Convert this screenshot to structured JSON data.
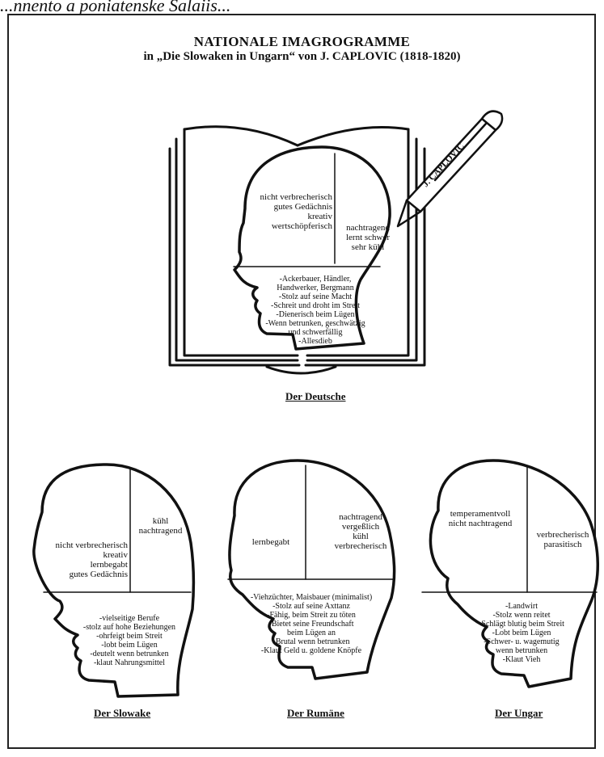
{
  "caption": "...nnento a poniatenske Salaiis...",
  "title_line1": "NATIONALE IMAGROGRAMME",
  "title_line2": "in „Die Slowaken in Ungarn“ von J. CAPLOVIC (1818-1820)",
  "pen_label": "J. CAPLOVIC",
  "heads": {
    "deutsche": {
      "label": "Der Deutsche",
      "upper_left": [
        "nicht verbrecherisch",
        "gutes Gedächnis",
        "kreativ",
        "wertschöpferisch"
      ],
      "upper_right": [
        "nachtragend",
        "lernt schwer",
        "sehr kühl"
      ],
      "lower": [
        "-Ackerbauer, Händler,",
        "Handwerker, Bergmann",
        "-Stolz auf seine Macht",
        "-Schreit und droht im Streit",
        "-Dienerisch beim Lügen",
        "-Wenn betrunken, geschwätzig",
        "und schwerfällig",
        "-Allesdieb"
      ]
    },
    "slowake": {
      "label": "Der Slowake",
      "upper_left": [
        "nicht verbrecherisch",
        "kreativ",
        "lernbegabt",
        "gutes Gedächnis"
      ],
      "upper_right": [
        "kühl",
        "nachtragend"
      ],
      "lower": [
        "-vielseitige Berufe",
        "-stolz auf hohe Beziehungen",
        "-ohrfeigt beim Streit",
        "-lobt beim Lügen",
        "-deutelt wenn betrunken",
        "-klaut Nahrungsmittel"
      ]
    },
    "rumaene": {
      "label": "Der Rumäne",
      "upper_left": [
        "lernbegabt"
      ],
      "upper_right": [
        "nachtragend",
        "vergeßlich",
        "kühl",
        "verbrecherisch"
      ],
      "lower": [
        "-Viehzüchter, Maisbauer (minimalist)",
        "-Stolz auf seine Axttanz",
        "-Fähig, beim Streit zu töten",
        "-Bietet seine Freundschaft",
        "beim Lügen an",
        "-Brutal wenn betrunken",
        "-Klaut Geld u. goldene Knöpfe"
      ]
    },
    "ungar": {
      "label": "Der Ungar",
      "upper_left": [
        "temperamentvoll",
        "nicht nachtragend"
      ],
      "upper_right": [
        "verbrecherisch",
        "parasitisch"
      ],
      "lower": [
        "-Landwirt",
        "-Stolz wenn reitet",
        "-Schlägt blutig beim Streit",
        "-Lobt beim Lügen",
        "-Schwer- u. wagemutig",
        "wenn betrunken",
        "-Klaut Vieh"
      ]
    }
  }
}
